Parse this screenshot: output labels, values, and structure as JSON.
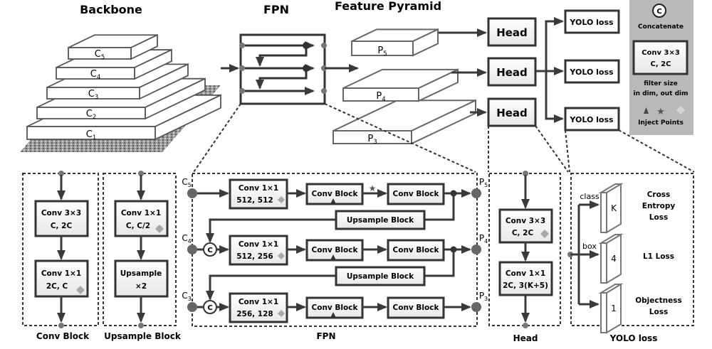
{
  "titles": {
    "backbone": "Backbone",
    "fpn": "FPN",
    "feature_pyramid": "Feature Pyramid"
  },
  "backbone": {
    "layers": [
      {
        "label": "C",
        "sub": "5"
      },
      {
        "label": "C",
        "sub": "4"
      },
      {
        "label": "C",
        "sub": "3"
      },
      {
        "label": "C",
        "sub": "2"
      },
      {
        "label": "C",
        "sub": "1"
      }
    ]
  },
  "pyramid": {
    "layers": [
      {
        "label": "P",
        "sub": "5"
      },
      {
        "label": "P",
        "sub": "4"
      },
      {
        "label": "P",
        "sub": "3"
      }
    ]
  },
  "heads": [
    "Head",
    "Head",
    "Head"
  ],
  "yolo_losses": [
    "YOLO loss",
    "YOLO loss",
    "YOLO loss"
  ],
  "legend": {
    "concat_symbol": "C",
    "concat_label": "Concatenate",
    "conv_line1": "Conv 3×3",
    "conv_line2": "C, 2C",
    "filter_line1": "filter size",
    "filter_line2": "in dim, out dim",
    "inject_label": "Inject Points",
    "colors": {
      "panel": "#b9b9b9",
      "triangle": "#444444",
      "star": "#555555",
      "diamond": "#a8a8a8"
    }
  },
  "conv_block": {
    "title": "Conv Block",
    "box1": [
      "Conv 3×3",
      "C, 2C"
    ],
    "box2": [
      "Conv 1×1",
      "2C, C"
    ]
  },
  "upsample_block": {
    "title": "Upsample Block",
    "box1": [
      "Conv 1×1",
      "C, C/2"
    ],
    "box2": [
      "Upsample",
      "×2"
    ]
  },
  "fpn_detail": {
    "title": "FPN",
    "inputs": [
      {
        "label": "C",
        "sub": "5"
      },
      {
        "label": "C",
        "sub": "4"
      },
      {
        "label": "C",
        "sub": "3"
      }
    ],
    "outputs": [
      {
        "label": "P",
        "sub": "5"
      },
      {
        "label": "P",
        "sub": "4"
      },
      {
        "label": "P",
        "sub": "3"
      }
    ],
    "rows": [
      {
        "conv": [
          "Conv 1×1",
          "512, 512"
        ],
        "block1": "Conv Block",
        "block2": "Conv Block"
      },
      {
        "conv": [
          "Conv 1×1",
          "512, 256"
        ],
        "block1": "Conv Block",
        "block2": "Conv Block"
      },
      {
        "conv": [
          "Conv 1×1",
          "256, 128"
        ],
        "block1": "Conv Block",
        "block2": "Conv Block"
      }
    ],
    "upsample_label": "Upsample Block",
    "concat_symbol": "C"
  },
  "head_detail": {
    "title": "Head",
    "box1": [
      "Conv 3×3",
      "C, 2C"
    ],
    "box2": [
      "Conv 1×1",
      "2C, 3(K+5)"
    ]
  },
  "yolo_detail": {
    "title": "YOLO loss",
    "branches": [
      {
        "name": "class",
        "value": "K",
        "loss": [
          "Cross",
          "Entropy",
          "Loss"
        ]
      },
      {
        "name": "box",
        "value": "4",
        "loss": [
          "L1 Loss"
        ]
      },
      {
        "name": "",
        "value": "1",
        "loss": [
          "Objectness",
          "Loss"
        ]
      }
    ]
  }
}
